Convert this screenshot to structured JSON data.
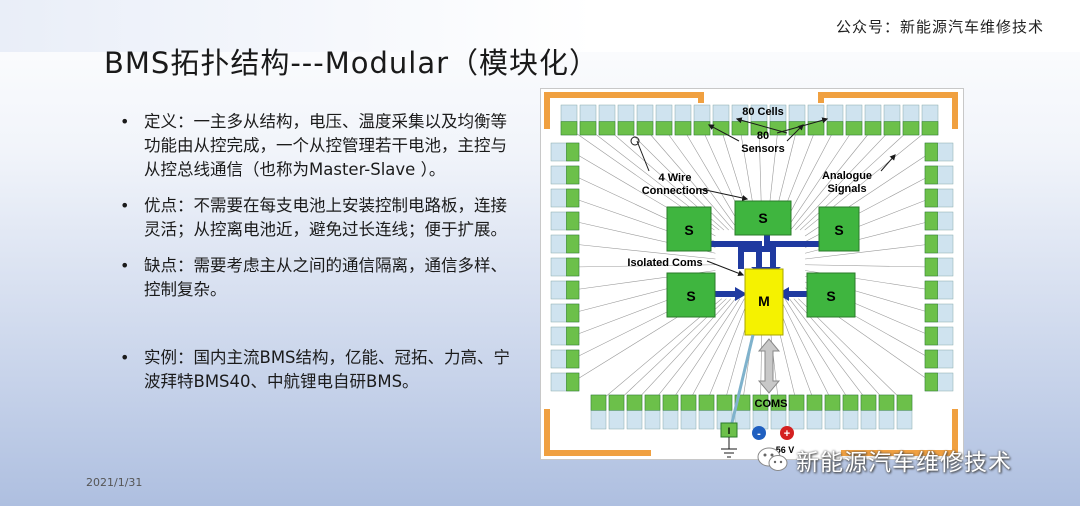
{
  "header": {
    "account": "公众号：新能源汽车维修技术"
  },
  "slide": {
    "title": "BMS拓扑结构---Modular（模块化）",
    "bullets": [
      "定义：一主多从结构，电压、温度采集以及均衡等功能由从控完成，一个从控管理若干电池，主控与从控总线通信（也称为Master-Slave ）。",
      "优点：不需要在每支电池上安装控制电路板，连接灵活；从控离电池近，避免过长连线；便于扩展。",
      "缺点：需要考虑主从之间的通信隔离，通信多样、控制复杂。",
      "实例：国内主流BMS结构，亿能、冠拓、力高、宁波拜特BMS40、中航锂电自研BMS。"
    ],
    "bullet_glyph": "•",
    "date": "2021/1/31"
  },
  "diagram": {
    "labels": {
      "cells": "80 Cells",
      "sensors_num": "80",
      "sensors": "Sensors",
      "wire_1": "4 Wire",
      "wire_2": "Connections",
      "analogue_1": "Analogue",
      "analogue_2": "Signals",
      "isolated": "Isolated Coms",
      "coms": "COMS",
      "slave": "S",
      "master": "M",
      "fuse": "I",
      "minus": "-",
      "plus": "+",
      "voltage": "56 V"
    },
    "colors": {
      "frame": "#f0a040",
      "cell": "#cfe3ef",
      "sensor": "#6cc04a",
      "slave": "#3fb53f",
      "master": "#f5f200",
      "bus": "#1f3aa0"
    }
  },
  "watermark": {
    "text": "新能源汽车维修技术"
  }
}
